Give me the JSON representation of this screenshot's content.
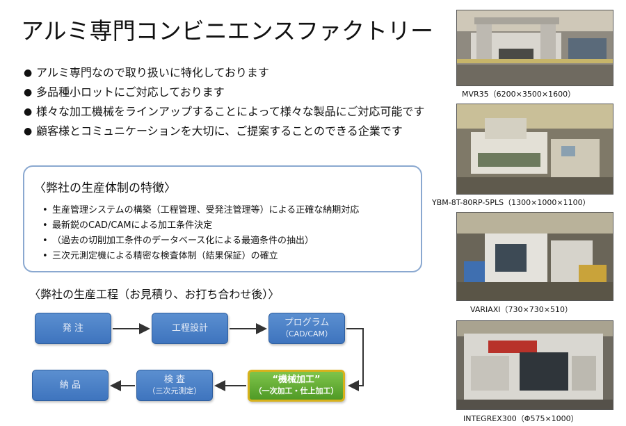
{
  "title": "アルミ専門コンビニエンスファクトリー",
  "bullets": [
    "アルミ専門なので取り扱いに特化しております",
    "多品種小ロットにご対応しております",
    "様々な加工機械をラインアップすることによって様々な製品にご対応可能です",
    "顧客様とコミュニケーションを大切に、ご提案することのできる企業です"
  ],
  "bullet_mark": "●",
  "features": {
    "title": "〈弊社の生産体制の特徴〉",
    "items": [
      "生産管理システムの構築（工程管理、受発注管理等）による正確な納期対応",
      "最新鋭のCAD/CAMによる加工条件決定",
      "（過去の切削加工条件のデータベース化による最適条件の抽出）",
      "三次元測定機による精密な検査体制（結果保証）の確立"
    ]
  },
  "process": {
    "title": "〈弊社の生産工程（お見積り、お打ち合わせ後）〉",
    "steps": {
      "order": {
        "line1": "発 注",
        "line2": ""
      },
      "design": {
        "line1": "工程設計",
        "line2": ""
      },
      "program": {
        "line1": "プログラム",
        "line2": "（CAD/CAM）"
      },
      "machining": {
        "line1": "“機械加工”",
        "line2": "（一次加工・仕上加工）"
      },
      "inspection": {
        "line1": "検 査",
        "line2": "（三次元測定）"
      },
      "delivery": {
        "line1": "納 品",
        "line2": ""
      }
    }
  },
  "machines": [
    {
      "caption": "MVR35（6200×3500×1600）"
    },
    {
      "caption": "YBM-8T-80RP-5PLS（1300×1000×1100）"
    },
    {
      "caption": "VARIAXI（730×730×510）"
    },
    {
      "caption": "INTEGREX300（Φ575×1000）"
    }
  ],
  "colors": {
    "step_blue": "#4a80c6",
    "step_green": "#5fa832",
    "step_gold_border": "#d8b21c",
    "box_border": "#8aa8d0"
  }
}
